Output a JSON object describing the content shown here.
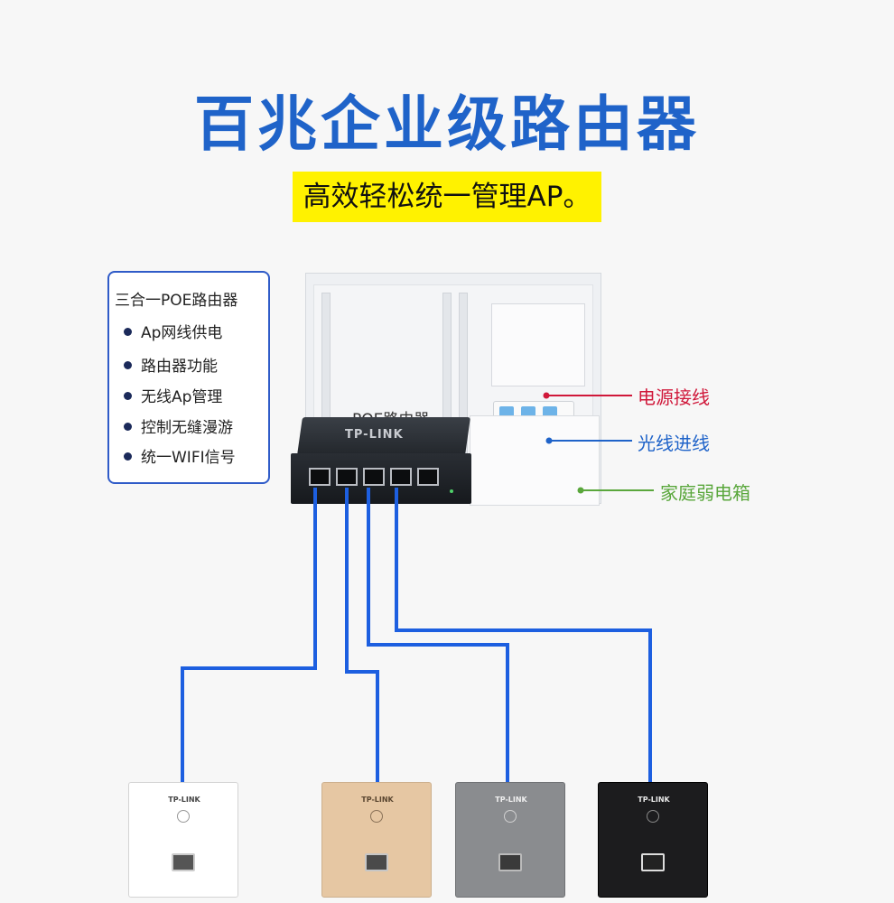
{
  "title": "百兆企业级路由器",
  "subtitle": "高效轻松统一管理AP。",
  "features": {
    "heading": "三合一POE路由器",
    "items": [
      "Ap网线供电",
      "路由器功能",
      "无线Ap管理",
      "控制无缝漫游",
      "统一WIFI信号"
    ]
  },
  "cabinet": {
    "device_label": "POE路由器"
  },
  "router": {
    "brand": "TP-LINK"
  },
  "callouts": {
    "power": {
      "text": "电源接线",
      "color": "#d0183a"
    },
    "fiber": {
      "text": "光线进线",
      "color": "#1f63c9"
    },
    "box": {
      "text": "家庭弱电箱",
      "color": "#5aa73c"
    }
  },
  "panels": {
    "brand": "TP-LINK",
    "colors": [
      "#ffffff",
      "#e6c7a3",
      "#8a8c8f",
      "#1c1c1e"
    ]
  },
  "colors": {
    "accent": "#1f63c9",
    "highlight": "#fff200",
    "cable": "#1d5fe0"
  }
}
